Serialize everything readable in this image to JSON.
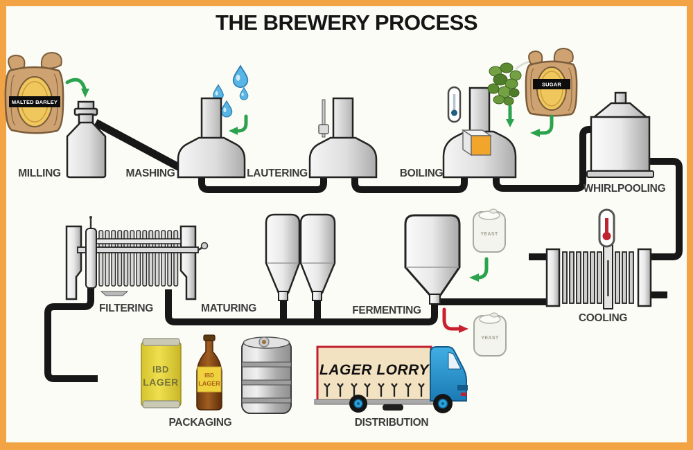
{
  "title": "THE BREWERY PROCESS",
  "stages": {
    "milling": "MILLING",
    "mashing": "MASHING",
    "lautering": "LAUTERING",
    "boiling": "BOILING",
    "whirlpooling": "WHIRLPOOLING",
    "cooling": "COOLING",
    "fermenting": "FERMENTING",
    "maturing": "MATURING",
    "filtering": "FILTERING",
    "packaging": "PACKAGING",
    "distribution": "DISTRIBUTION"
  },
  "ingredients": {
    "malted_barley": "MALTED BARLEY",
    "sugar": "SUGAR",
    "yeast_in": "YEAST",
    "yeast_out": "YEAST"
  },
  "packaging_items": {
    "can_line1": "IBD",
    "can_line2": "LAGER",
    "bottle_line1": "IBD",
    "bottle_line2": "LAGER",
    "truck_banner": "LAGER LORRY"
  },
  "colors": {
    "border_orange": "#F2A444",
    "background": "#FCFCF6",
    "pipe_black": "#171717",
    "arrow_green": "#2CA24E",
    "arrow_red": "#C8202F",
    "water_blue": "#58B5E6",
    "sack_tan": "#CFA272",
    "grain_yellow": "#EFC75C",
    "label_gray": "#3C3C3C",
    "can_yellow": "#E6D339",
    "truck_blue": "#2BA2DC",
    "trailer_cream": "#F2E2C2"
  }
}
